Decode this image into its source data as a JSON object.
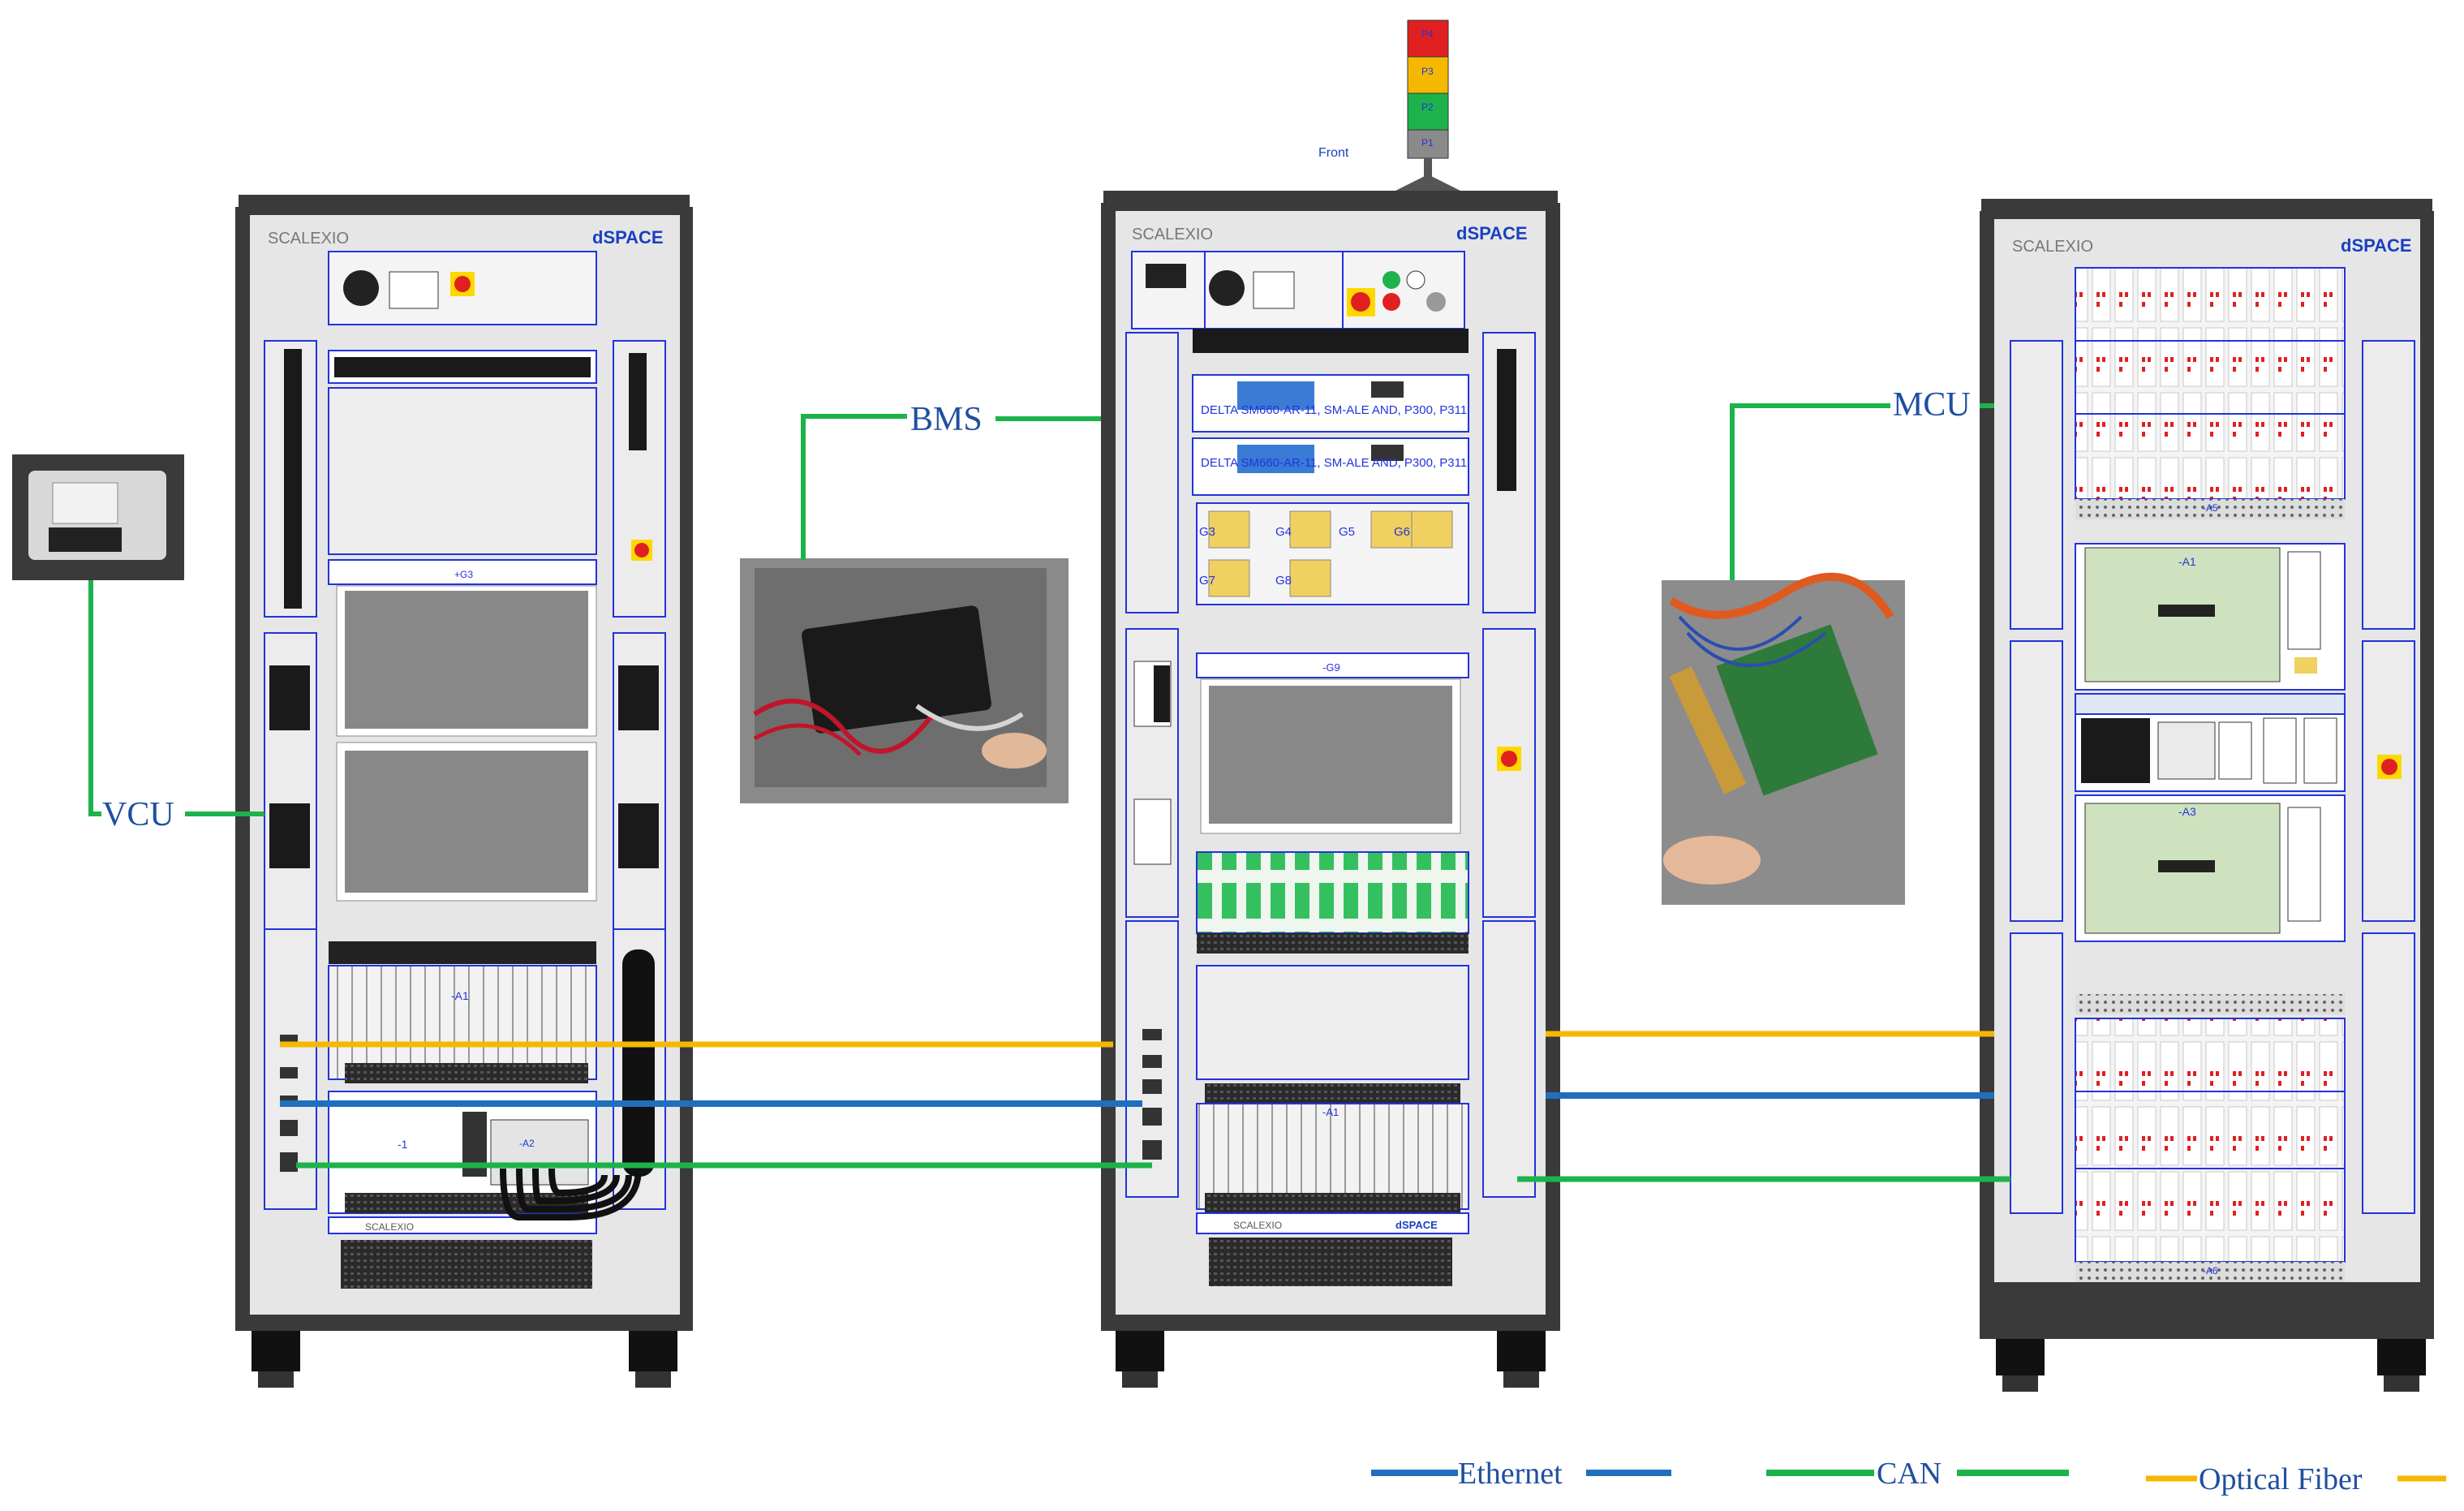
{
  "racks": {
    "left": {
      "brand": "SCALEXIO",
      "logo": "dSPACE",
      "module_labels": [
        "+G3",
        "-A1",
        "-A2",
        "-1"
      ],
      "bottom_brand": "SCALEXIO"
    },
    "center": {
      "brand": "SCALEXIO",
      "logo": "dSPACE",
      "front_label": "Front",
      "psu_label_1": "DELTA SM660-AR-11, SM-ALE AND, P300, P311",
      "psu_label_2": "DELTA SM660-AR-11, SM-ALE AND, P300, P311",
      "module_labels": [
        "G3",
        "G4",
        "G5",
        "G6",
        "G7",
        "G8",
        "-G9",
        "-A1"
      ],
      "bottom_brand": "SCALEXIO",
      "bottom_logo": "dSPACE",
      "beacon_labels": [
        "P4",
        "P3",
        "P2",
        "P1"
      ]
    },
    "right": {
      "brand": "SCALEXIO",
      "logo": "dSPACE",
      "module_labels": [
        "-A1",
        "-A3",
        "-A5",
        "-A6"
      ]
    }
  },
  "devices": {
    "vcu": {
      "label": "VCU"
    },
    "bms": {
      "label": "BMS"
    },
    "mcu": {
      "label": "MCU"
    }
  },
  "legend": [
    {
      "label": "Ethernet",
      "color": "#1f6fbf"
    },
    {
      "label": "CAN",
      "color": "#1db34a"
    },
    {
      "label": "Optical Fiber",
      "color": "#f5b800"
    }
  ],
  "colors": {
    "ethernet": "#1f6fbf",
    "can": "#1db34a",
    "optical_fiber": "#f5b800",
    "rack_frame": "#3a3a3a",
    "rack_panel": "#e6e6e6",
    "outline_blue": "#2233dd",
    "emergency_red": "#e02020",
    "emergency_yellow": "#ffd800",
    "logo_red": "#e0141e",
    "logo_blue": "#1a3fc0"
  },
  "icons": [
    "emergency-stop-icon",
    "power-switch-icon",
    "fan-grille-icon",
    "status-light-icon"
  ]
}
